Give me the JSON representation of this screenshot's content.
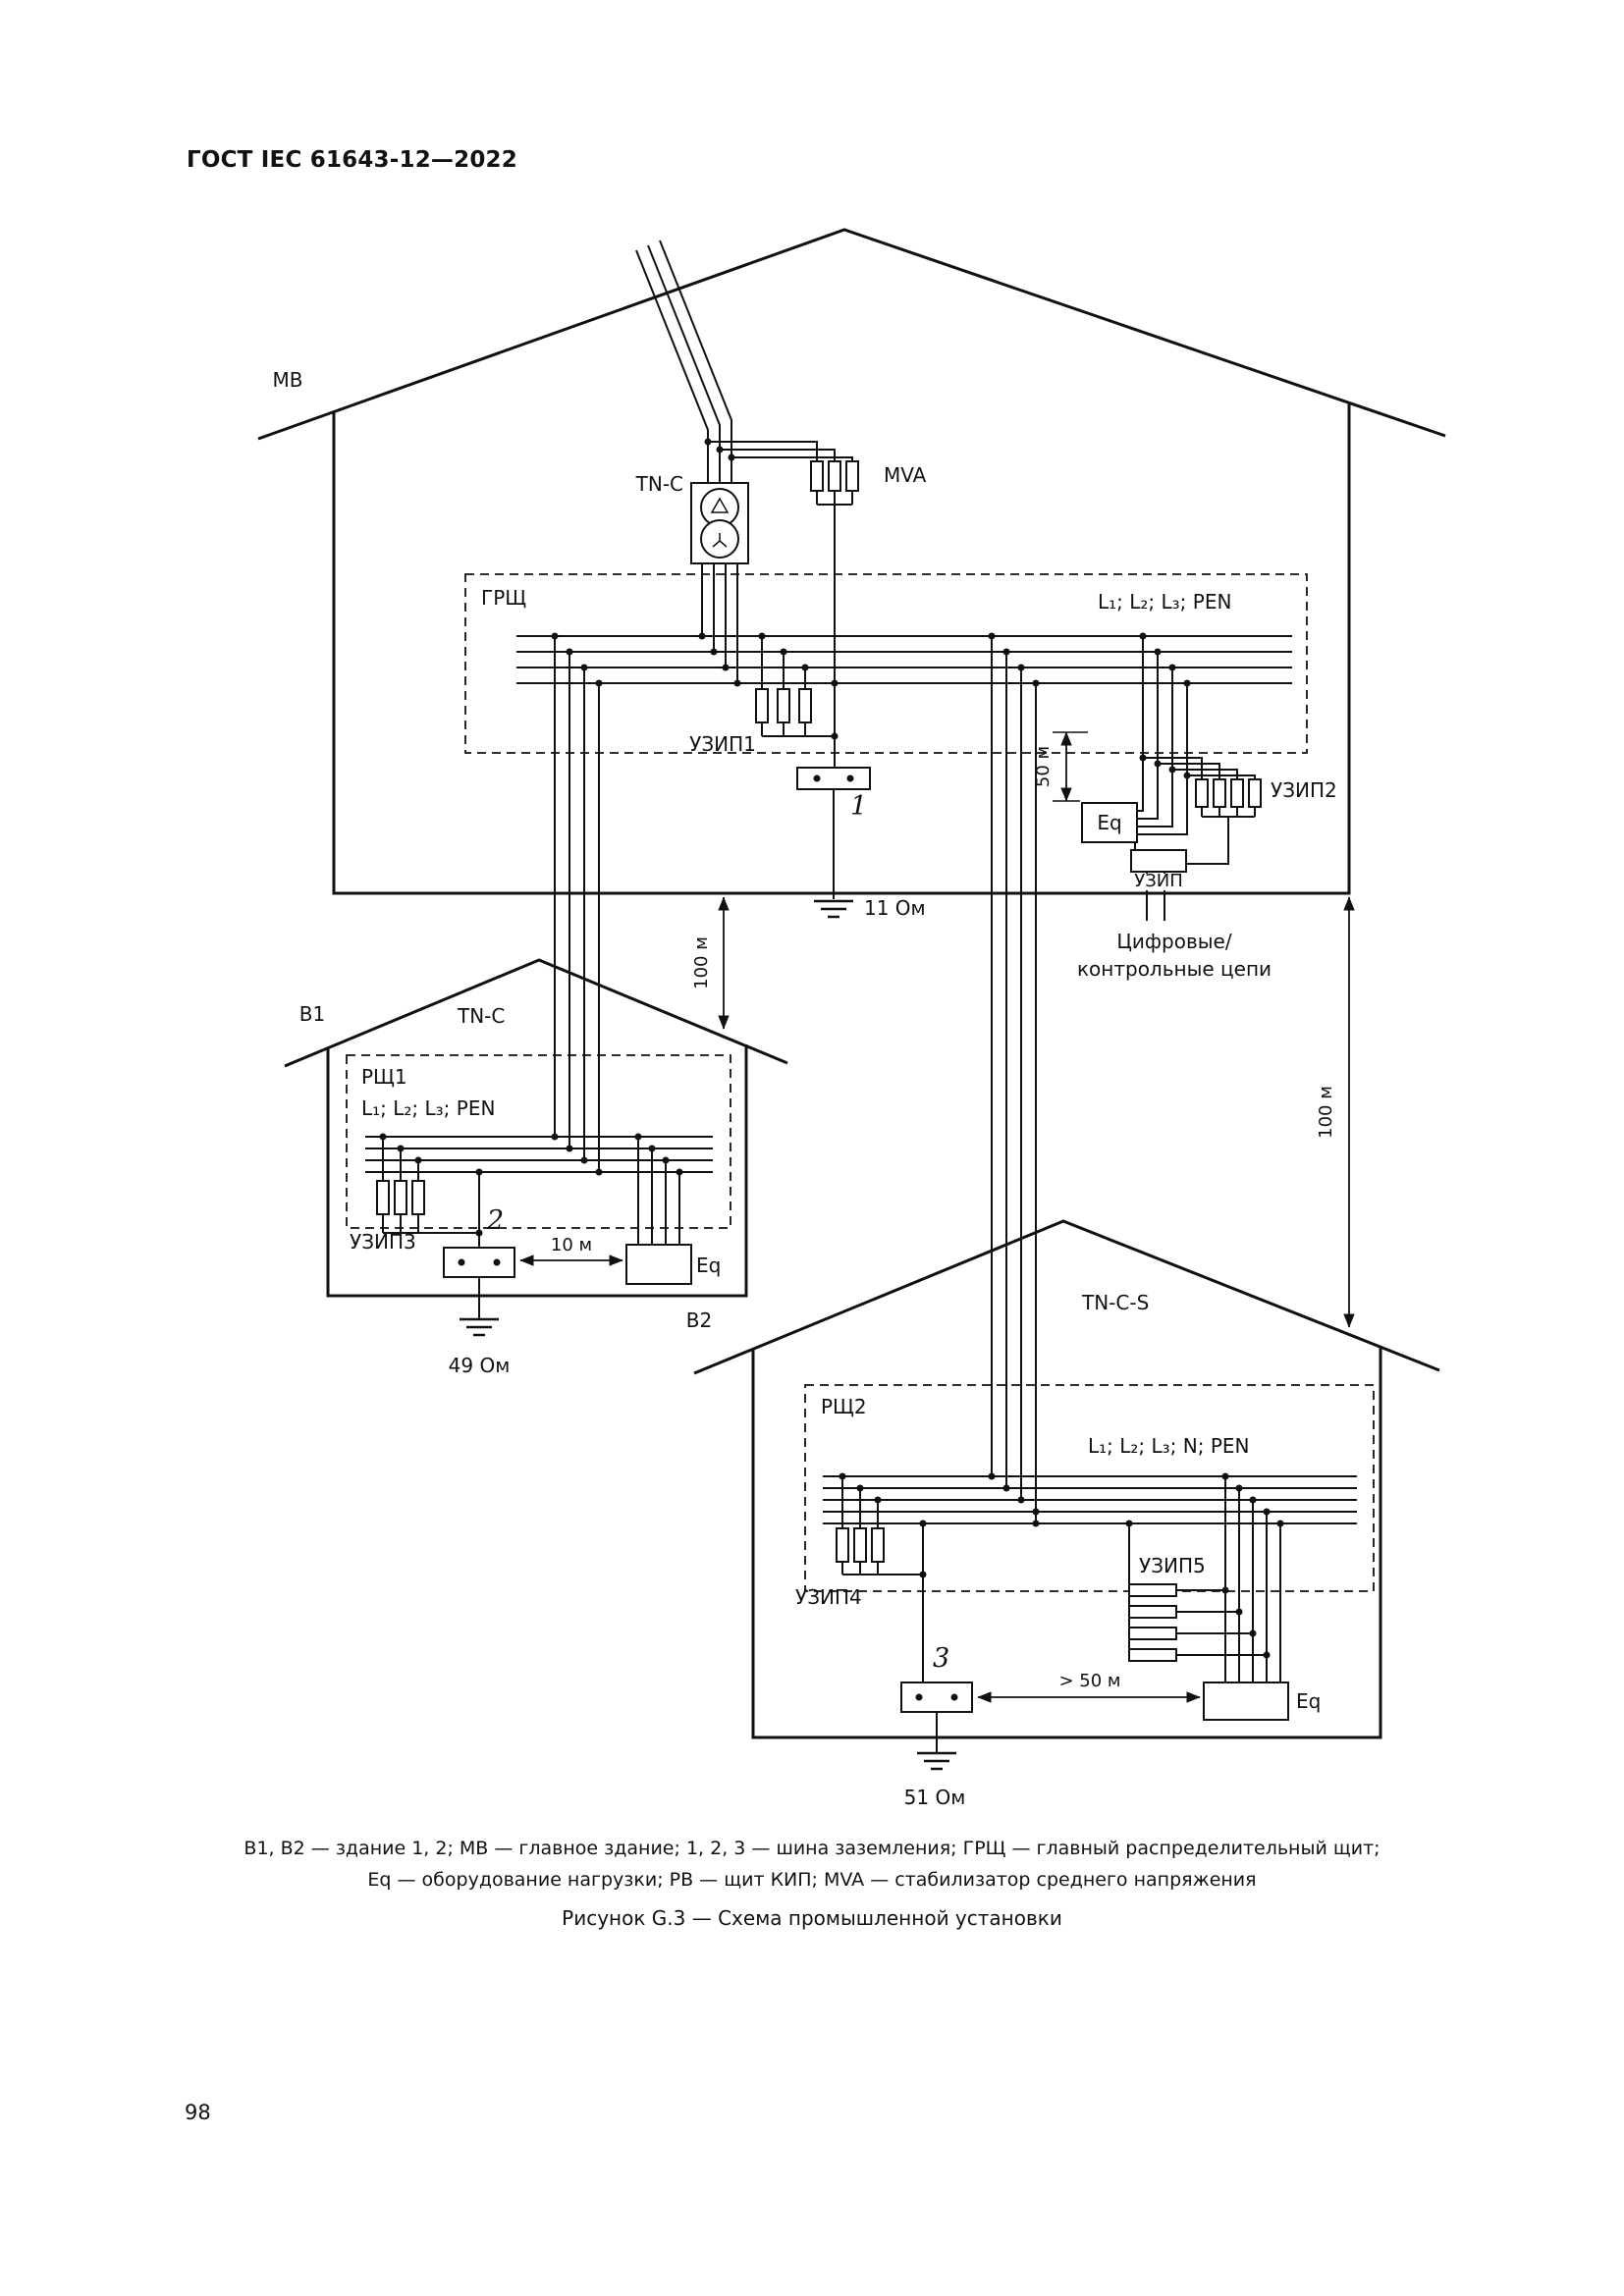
{
  "page": {
    "header": "ГОСТ IEC 61643-12—2022",
    "caption_line1": "В1, В2 — здание 1, 2; МВ — главное здание; 1, 2, 3 — шина заземления; ГРЩ — главный распределительный щит;",
    "caption_line2": "Eq — оборудование нагрузки; РВ — щит КИП; MVA — стабилизатор среднего напряжения",
    "figure_title": "Рисунок G.3 — Схема промышленной установки",
    "page_number": "98"
  },
  "diagram": {
    "main_building": {
      "label": "МВ",
      "system": "TN-C",
      "mva": "MVA",
      "board": "ГРЩ",
      "conductors": "L₁; L₂; L₃; PEN",
      "spd1": "УЗИП1",
      "earth_bus": "1",
      "earth_resistance": "11 Ом",
      "spd2": "УЗИП2",
      "equipment": "Eq",
      "spd": "УЗИП",
      "dim_50m": "50 м",
      "digital_line1": "Цифровые/",
      "digital_line2": "контрольные цепи"
    },
    "dim_100m_left": "100 м",
    "dim_100m_right": "100 м",
    "building1": {
      "label": "В1",
      "system": "TN-C",
      "board": "РЩ1",
      "conductors": "L₁; L₂; L₃; PEN",
      "spd3": "УЗИП3",
      "earth_bus": "2",
      "dim_10m": "10 м",
      "equipment": "Eq",
      "earth_resistance": "49 Ом"
    },
    "building2": {
      "label": "В2",
      "system": "TN-C-S",
      "board": "РЩ2",
      "conductors": "L₁; L₂; L₃; N; PEN",
      "spd4": "УЗИП4",
      "spd5": "УЗИП5",
      "earth_bus": "3",
      "dim_gt50m": "> 50 м",
      "equipment": "Eq",
      "earth_resistance": "51 Ом"
    }
  }
}
